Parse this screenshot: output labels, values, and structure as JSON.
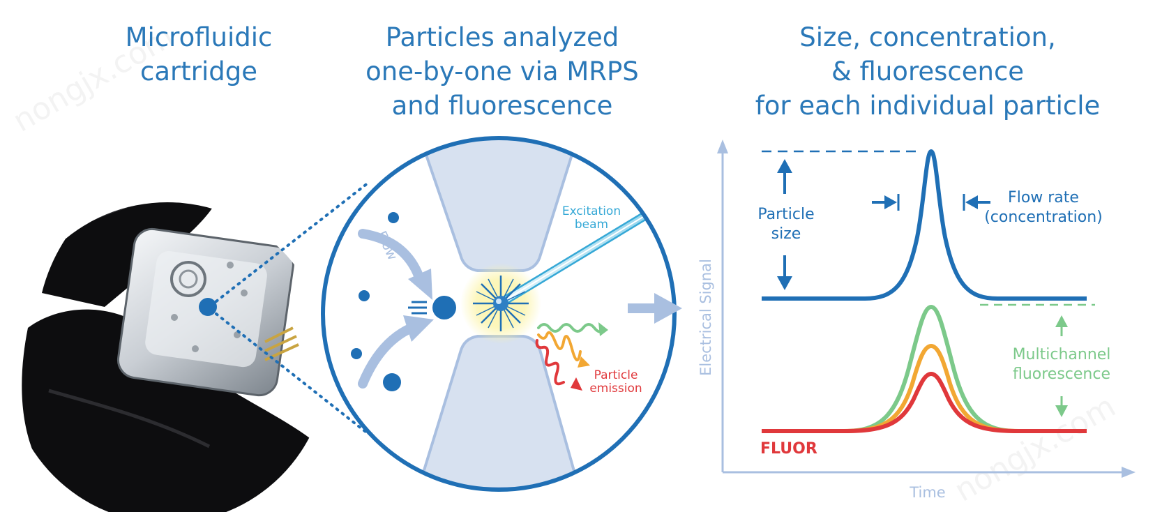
{
  "headings": {
    "left_line1": "Microfluidic",
    "left_line2": "cartridge",
    "mid_line1": "Particles analyzed",
    "mid_line2": "one-by-one via MRPS",
    "mid_line3": "and fluorescence",
    "right_line1": "Size, concentration,",
    "right_line2": "& fluorescence",
    "right_line3": "for each individual particle"
  },
  "circle_labels": {
    "flow": "Flow",
    "excitation_line1": "Excitation",
    "excitation_line2": "beam",
    "emission_line1": "Particle",
    "emission_line2": "emission"
  },
  "graph": {
    "y_axis_label": "Electrical Signal",
    "x_axis_label": "Time",
    "particle_size_line1": "Particle",
    "particle_size_line2": "size",
    "flow_rate_line1": "Flow rate",
    "flow_rate_line2": "(concentration)",
    "multichannel_line1": "Multichannel",
    "multichannel_line2": "fluorescence",
    "fluor_label": "FLUOR"
  },
  "watermark": {
    "top_left": "nongjx.com",
    "bottom_right": "nongjx.com"
  },
  "colors": {
    "heading_blue": "#2a78b8",
    "signal_blue": "#1f6fb5",
    "axis_light": "#a9bfe0",
    "channel_fill": "#d7e1f0",
    "beam_cyan": "#35a8d6",
    "fluor_green": "#7cc98a",
    "fluor_orange": "#f2a733",
    "fluor_red": "#e0383b",
    "glove_black": "#0d0d0f"
  },
  "icons": [
    "flow-arrow-icon",
    "particle-dot-icon",
    "excitation-burst-icon",
    "emission-wave-icon",
    "dimension-arrow-icon"
  ]
}
